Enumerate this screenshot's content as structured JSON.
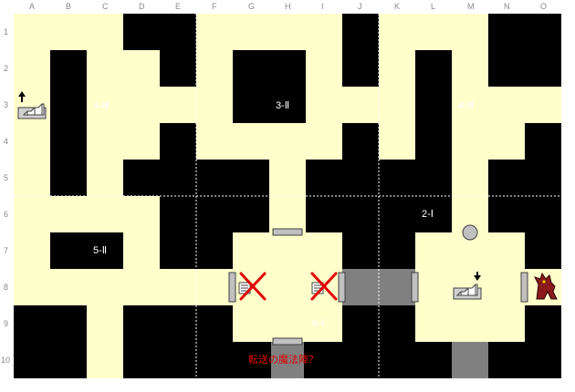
{
  "columns": [
    "A",
    "B",
    "C",
    "D",
    "E",
    "F",
    "G",
    "H",
    "I",
    "J",
    "K",
    "L",
    "M",
    "N",
    "O"
  ],
  "rows": [
    "1",
    "2",
    "3",
    "4",
    "5",
    "6",
    "7",
    "8",
    "9",
    "10"
  ],
  "rooms": [
    {
      "id": "room-4-III-west",
      "label": "4-Ⅲ"
    },
    {
      "id": "room-3-II",
      "label": "3-Ⅱ"
    },
    {
      "id": "room-4-III-east",
      "label": "4-Ⅲ"
    },
    {
      "id": "room-5-II",
      "label": "5-Ⅱ"
    },
    {
      "id": "room-2-I",
      "label": "2-Ⅰ"
    },
    {
      "id": "room-6-I",
      "label": "6-Ⅰ"
    }
  ],
  "note": "転送の魔法陣？",
  "colors": {
    "floor": "#ffffcc",
    "wall": "#000000",
    "gate": "#808080",
    "door": "#c0c0c0",
    "cross": "#e00000",
    "grid": "#bfbfbf"
  },
  "icons": [
    "stairs-up-icon",
    "stairs-down-icon",
    "closed-door-icon",
    "boss-monster-icon",
    "orb-switch-icon",
    "cross-mark-icon"
  ]
}
